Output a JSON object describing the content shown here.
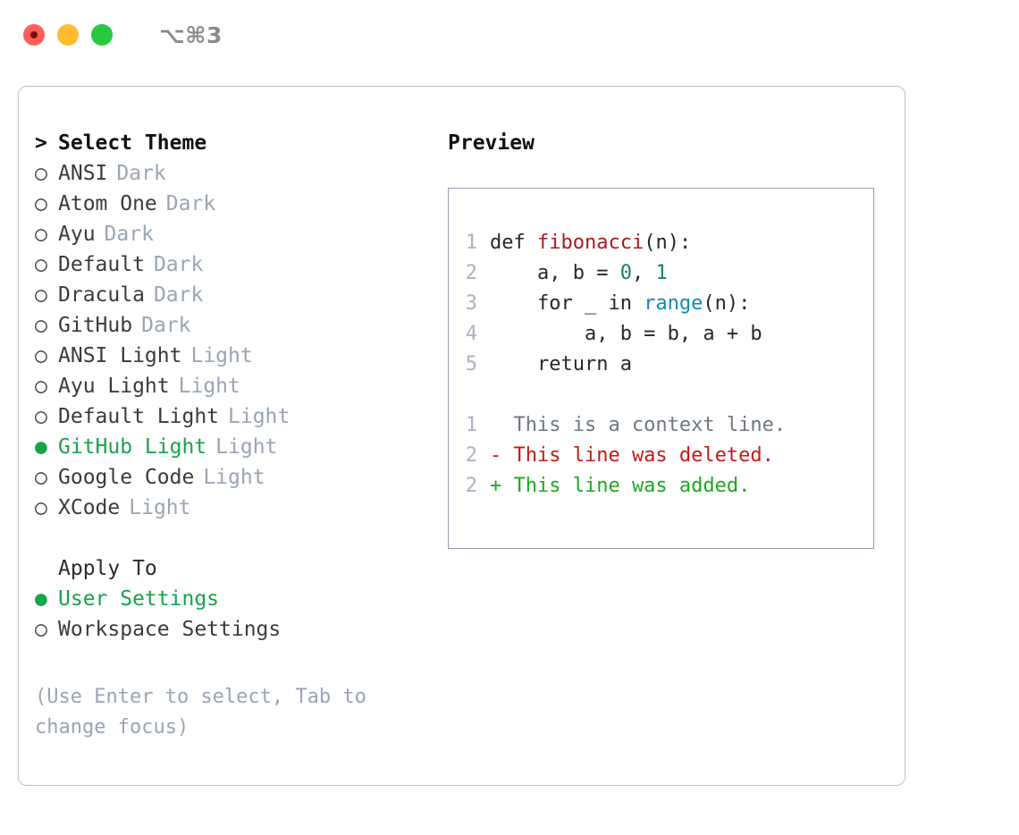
{
  "window": {
    "title": "⌥⌘3",
    "traffic_lights": [
      "close-red",
      "minimize-yellow",
      "maximize-green"
    ]
  },
  "theme_list": {
    "header_marker": ">",
    "header_label": "Select Theme",
    "items": [
      {
        "marker": "○",
        "label": "ANSI",
        "tag": "Dark",
        "selected": false
      },
      {
        "marker": "○",
        "label": "Atom One",
        "tag": "Dark",
        "selected": false
      },
      {
        "marker": "○",
        "label": "Ayu",
        "tag": "Dark",
        "selected": false
      },
      {
        "marker": "○",
        "label": "Default",
        "tag": "Dark",
        "selected": false
      },
      {
        "marker": "○",
        "label": "Dracula",
        "tag": "Dark",
        "selected": false
      },
      {
        "marker": "○",
        "label": "GitHub",
        "tag": "Dark",
        "selected": false
      },
      {
        "marker": "○",
        "label": "ANSI Light",
        "tag": "Light",
        "selected": false
      },
      {
        "marker": "○",
        "label": "Ayu Light",
        "tag": "Light",
        "selected": false
      },
      {
        "marker": "○",
        "label": "Default Light",
        "tag": "Light",
        "selected": false
      },
      {
        "marker": "●",
        "label": "GitHub Light",
        "tag": "Light",
        "selected": true
      },
      {
        "marker": "○",
        "label": "Google Code",
        "tag": "Light",
        "selected": false
      },
      {
        "marker": "○",
        "label": "XCode",
        "tag": "Light",
        "selected": false
      }
    ]
  },
  "apply_to": {
    "header_label": "Apply To",
    "items": [
      {
        "marker": "●",
        "label": "User Settings",
        "selected": true
      },
      {
        "marker": "○",
        "label": "Workspace Settings",
        "selected": false
      }
    ]
  },
  "hint": "(Use Enter to select, Tab to change focus)",
  "preview": {
    "title": "Preview",
    "code_lines": [
      {
        "lineno": "1",
        "tokens": [
          {
            "text": "def ",
            "type": "plain"
          },
          {
            "text": "fibonacci",
            "type": "function"
          },
          {
            "text": "(n):",
            "type": "plain"
          }
        ]
      },
      {
        "lineno": "2",
        "tokens": [
          {
            "text": "    a, b = ",
            "type": "plain"
          },
          {
            "text": "0",
            "type": "number"
          },
          {
            "text": ", ",
            "type": "plain"
          },
          {
            "text": "1",
            "type": "number"
          }
        ]
      },
      {
        "lineno": "3",
        "tokens": [
          {
            "text": "    for _ in ",
            "type": "plain"
          },
          {
            "text": "range",
            "type": "builtin"
          },
          {
            "text": "(n):",
            "type": "plain"
          }
        ]
      },
      {
        "lineno": "4",
        "tokens": [
          {
            "text": "        a, b = b, a + b",
            "type": "plain"
          }
        ]
      },
      {
        "lineno": "5",
        "tokens": [
          {
            "text": "    return a",
            "type": "plain"
          }
        ]
      }
    ],
    "diff_lines": [
      {
        "lineno": "1",
        "kind": "context",
        "text": "  This is a context line."
      },
      {
        "lineno": "2",
        "kind": "deleted",
        "text": "- This line was deleted."
      },
      {
        "lineno": "2",
        "kind": "added",
        "text": "+ This line was added."
      }
    ]
  },
  "colors": {
    "selected_green": "#16a34a",
    "muted_tag": "#9aa5b4",
    "panel_border": "#b9c2cd",
    "preview_border": "#93a0b0",
    "function_red": "#b01722",
    "number_teal": "#108070",
    "builtin_blue": "#1189b8",
    "diff_deleted": "#c41a16",
    "diff_added": "#1aaa22",
    "diff_context": "#6e7781"
  }
}
